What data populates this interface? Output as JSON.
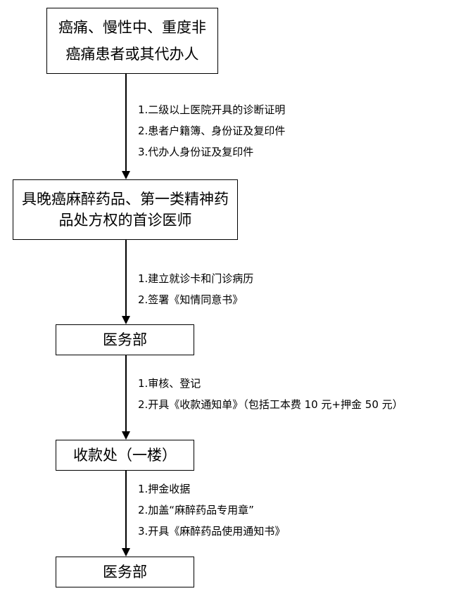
{
  "steps": [
    {
      "title": "癌痛、慢性中、重度非\n癌痛患者或其代办人",
      "notes": []
    },
    {
      "title": "具晚癌麻醉药品、第一类精神药\n品处方权的首诊医师",
      "notes": []
    },
    {
      "title": "医务部",
      "notes": []
    },
    {
      "title": "收款处（一楼）",
      "notes": []
    },
    {
      "title": "医务部",
      "notes": []
    }
  ],
  "transitions": [
    {
      "notes": [
        "1.二级以上医院开具的诊断证明",
        "2.患者户籍簿、身份证及复印件",
        "3.代办人身份证及复印件"
      ]
    },
    {
      "notes": [
        "1.建立就诊卡和门诊病历",
        "2.签署《知情同意书》"
      ]
    },
    {
      "notes": [
        "1.审核、登记",
        "2.开具《收款通知单》（包括工本费 10 元+押金 50 元）"
      ]
    },
    {
      "notes": [
        "1.押金收据",
        "2.加盖“麻醉药品专用章”",
        "3.开具《麻醉药品使用通知书》"
      ]
    }
  ]
}
